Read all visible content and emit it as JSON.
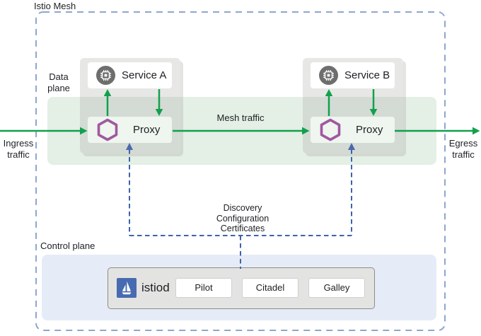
{
  "diagram_title": "Istio Mesh",
  "planes": {
    "data": "Data plane",
    "control": "Control plane"
  },
  "traffic": {
    "ingress": "Ingress traffic",
    "egress": "Egress traffic",
    "mesh": "Mesh traffic"
  },
  "connector": {
    "lines": [
      "Discovery",
      "Configuration",
      "Certificates"
    ]
  },
  "clusters": [
    {
      "service": "Service A",
      "proxy": "Proxy"
    },
    {
      "service": "Service B",
      "proxy": "Proxy"
    }
  ],
  "istiod": {
    "name": "istiod",
    "components": [
      "Pilot",
      "Citadel",
      "Galley"
    ]
  },
  "icons": {
    "service": "microchip-icon",
    "proxy": "hexagon-envoy-icon",
    "istiod": "istio-sailboat-logo"
  },
  "colors": {
    "green": "#12a04d",
    "purple": "#a158a0",
    "istio_blue": "#466BB0",
    "connector_blue": "#3d63aa",
    "mesh_border": "#8ea6cc"
  }
}
